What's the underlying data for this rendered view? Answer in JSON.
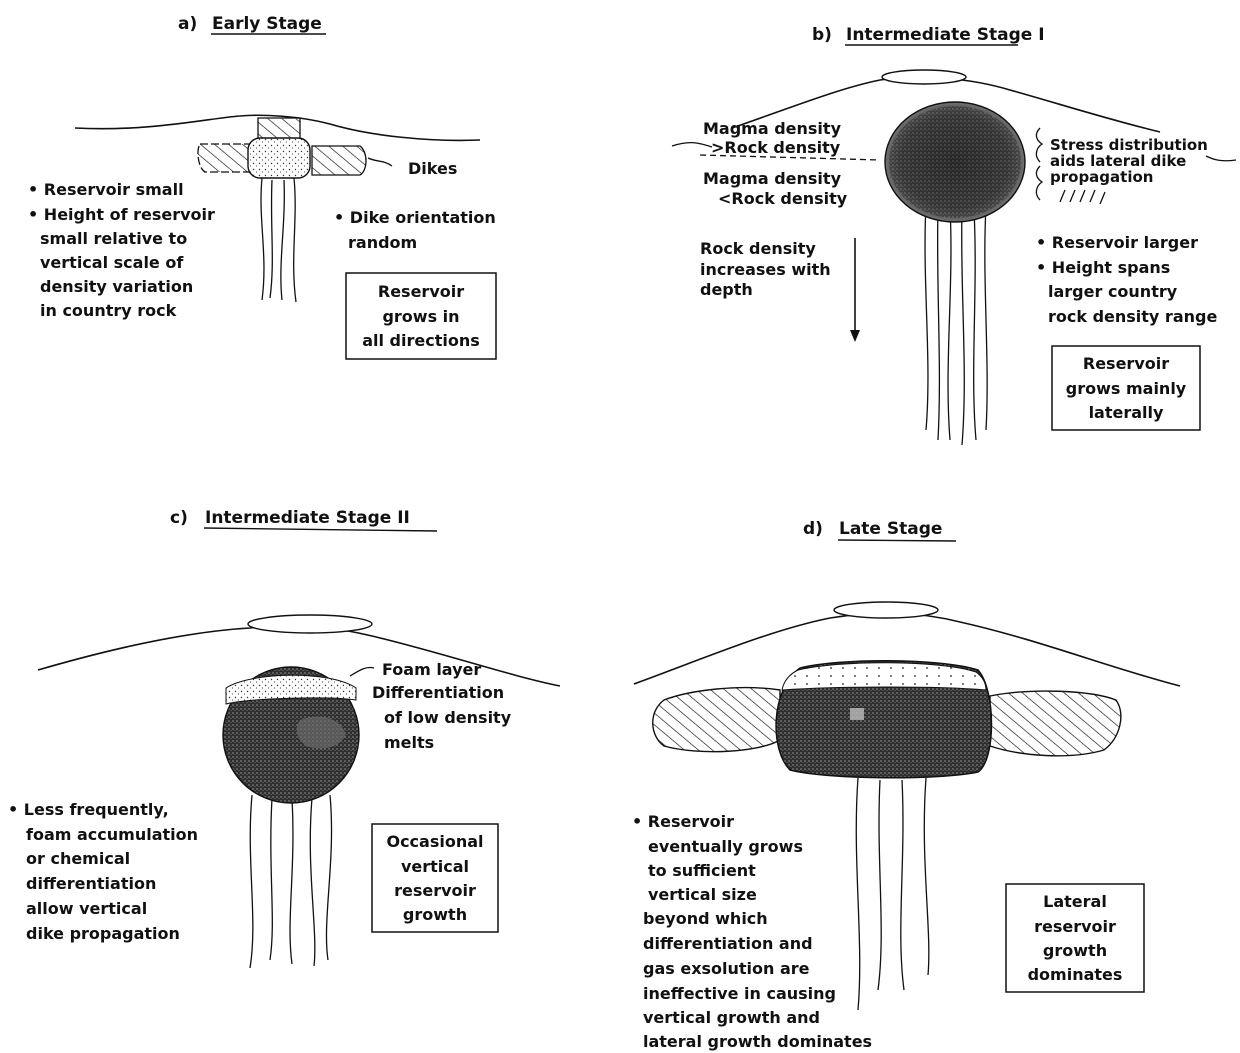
{
  "panel_a": {
    "letter": "a)",
    "title": "Early Stage",
    "dikes_label": "Dikes",
    "bullets": [
      "• Reservoir small",
      "• Height of reservoir",
      "small relative to",
      "vertical scale of",
      "density variation",
      "in country rock"
    ],
    "orientation_lines": [
      "• Dike orientation",
      "random"
    ],
    "box_lines": [
      "Reservoir",
      "grows in",
      "all directions"
    ]
  },
  "panel_b": {
    "letter": "b)",
    "title": "Intermediate Stage I",
    "upper_density": [
      "Magma density",
      ">Rock density"
    ],
    "lower_density": [
      "Magma density",
      "<Rock density"
    ],
    "stress_lines": [
      "Stress distribution",
      "aids lateral dike",
      "propagation"
    ],
    "depth_lines": [
      "Rock density",
      "increases with",
      "depth"
    ],
    "bullets": [
      "• Reservoir larger",
      "• Height spans",
      "larger country",
      "rock density range"
    ],
    "box_lines": [
      "Reservoir",
      "grows mainly",
      "laterally"
    ]
  },
  "panel_c": {
    "letter": "c)",
    "title": "Intermediate Stage II",
    "foam_label": "Foam layer",
    "diff_lines": [
      "Differentiation",
      "of low density",
      "melts"
    ],
    "bullets": [
      "• Less frequently,",
      "foam accumulation",
      "or chemical",
      "differentiation",
      "allow vertical",
      "dike propagation"
    ],
    "box_lines": [
      "Occasional",
      "vertical",
      "reservoir",
      "growth"
    ]
  },
  "panel_d": {
    "letter": "d)",
    "title": "Late Stage",
    "bullets": [
      "• Reservoir",
      "eventually grows",
      "to sufficient",
      "vertical size",
      "beyond which",
      "differentiation and",
      "gas exsolution are",
      "ineffective in causing",
      "vertical growth and",
      "lateral growth dominates"
    ],
    "box_lines": [
      "Lateral",
      "reservoir",
      "growth",
      "dominates"
    ]
  }
}
